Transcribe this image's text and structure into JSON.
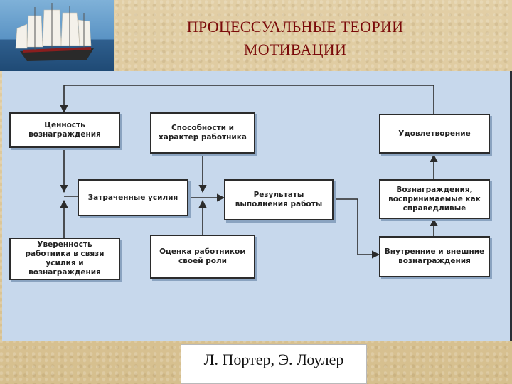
{
  "title": {
    "line1": "ПРОЦЕССУАЛЬНЫЕ ТЕОРИИ",
    "line2": "МОТИВАЦИИ"
  },
  "nodes": {
    "reward_value": "Ценность вознаграждения",
    "abilities": "Способности и характер работника",
    "satisfaction": "Удовлетворение",
    "effort": "Затраченные усилия",
    "results": "Результаты выполнения работы",
    "fair_rewards": "Вознаграждения, воспринимаемые как справедливые",
    "confidence": "Уверенность работника в связи усилия и вознаграждения",
    "role_assessment": "Оценка работником своей роли",
    "internal_external": "Внутренние и внешние вознаграждения"
  },
  "author": "Л. Портер, Э. Лоулер",
  "colors": {
    "title": "#7a0a0a",
    "panel": "#c7d8ec",
    "line": "#2b2b2b"
  }
}
